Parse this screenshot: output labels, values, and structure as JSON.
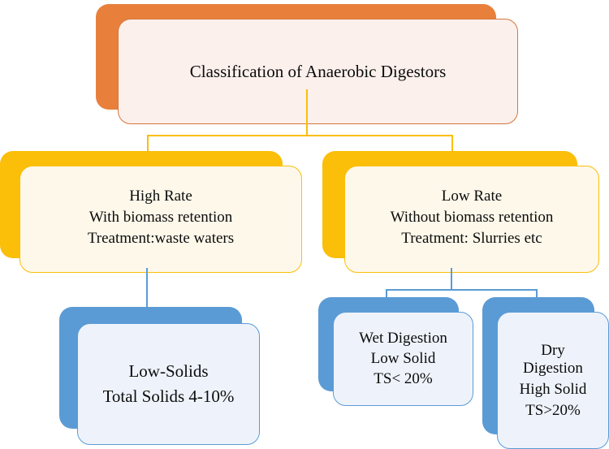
{
  "diagram": {
    "title": "Classification of Anaerobic Digestors",
    "type": "hierarchy-tree",
    "colors": {
      "root_shadow": "#E8803C",
      "root_face": "#FBF0EC",
      "root_border": "#D4763C",
      "level2_shadow": "#FBBE09",
      "level2_face": "#FDF8EA",
      "level2_border": "#FBBE09",
      "level3_shadow": "#5B9BD5",
      "level3_face": "#EEF3FB",
      "level3_border": "#5B9BD5",
      "connector_gold": "#FBBE09",
      "connector_blue": "#5B9BD5",
      "text": "#0C0C0C"
    },
    "root": {
      "id": "classification-of-anaerobic-digestors",
      "lines": [
        "Classification of Anaerobic Digestors"
      ]
    },
    "level2": [
      {
        "id": "high-rate",
        "lines": [
          "High Rate",
          "With biomass retention",
          "Treatment:waste waters"
        ]
      },
      {
        "id": "low-rate",
        "lines": [
          "Low Rate",
          "Without biomass retention",
          "Treatment: Slurries etc"
        ]
      }
    ],
    "level3": [
      {
        "id": "low-solids",
        "parent": "high-rate",
        "lines": [
          "Low-Solids",
          "Total Solids 4-10%"
        ]
      },
      {
        "id": "wet-digestion",
        "parent": "low-rate",
        "lines": [
          "Wet Digestion",
          "Low Solid",
          "TS< 20%"
        ]
      },
      {
        "id": "dry-digestion",
        "parent": "low-rate",
        "lines": [
          "Dry",
          "Digestion",
          "High Solid",
          "TS>20%"
        ]
      }
    ]
  }
}
